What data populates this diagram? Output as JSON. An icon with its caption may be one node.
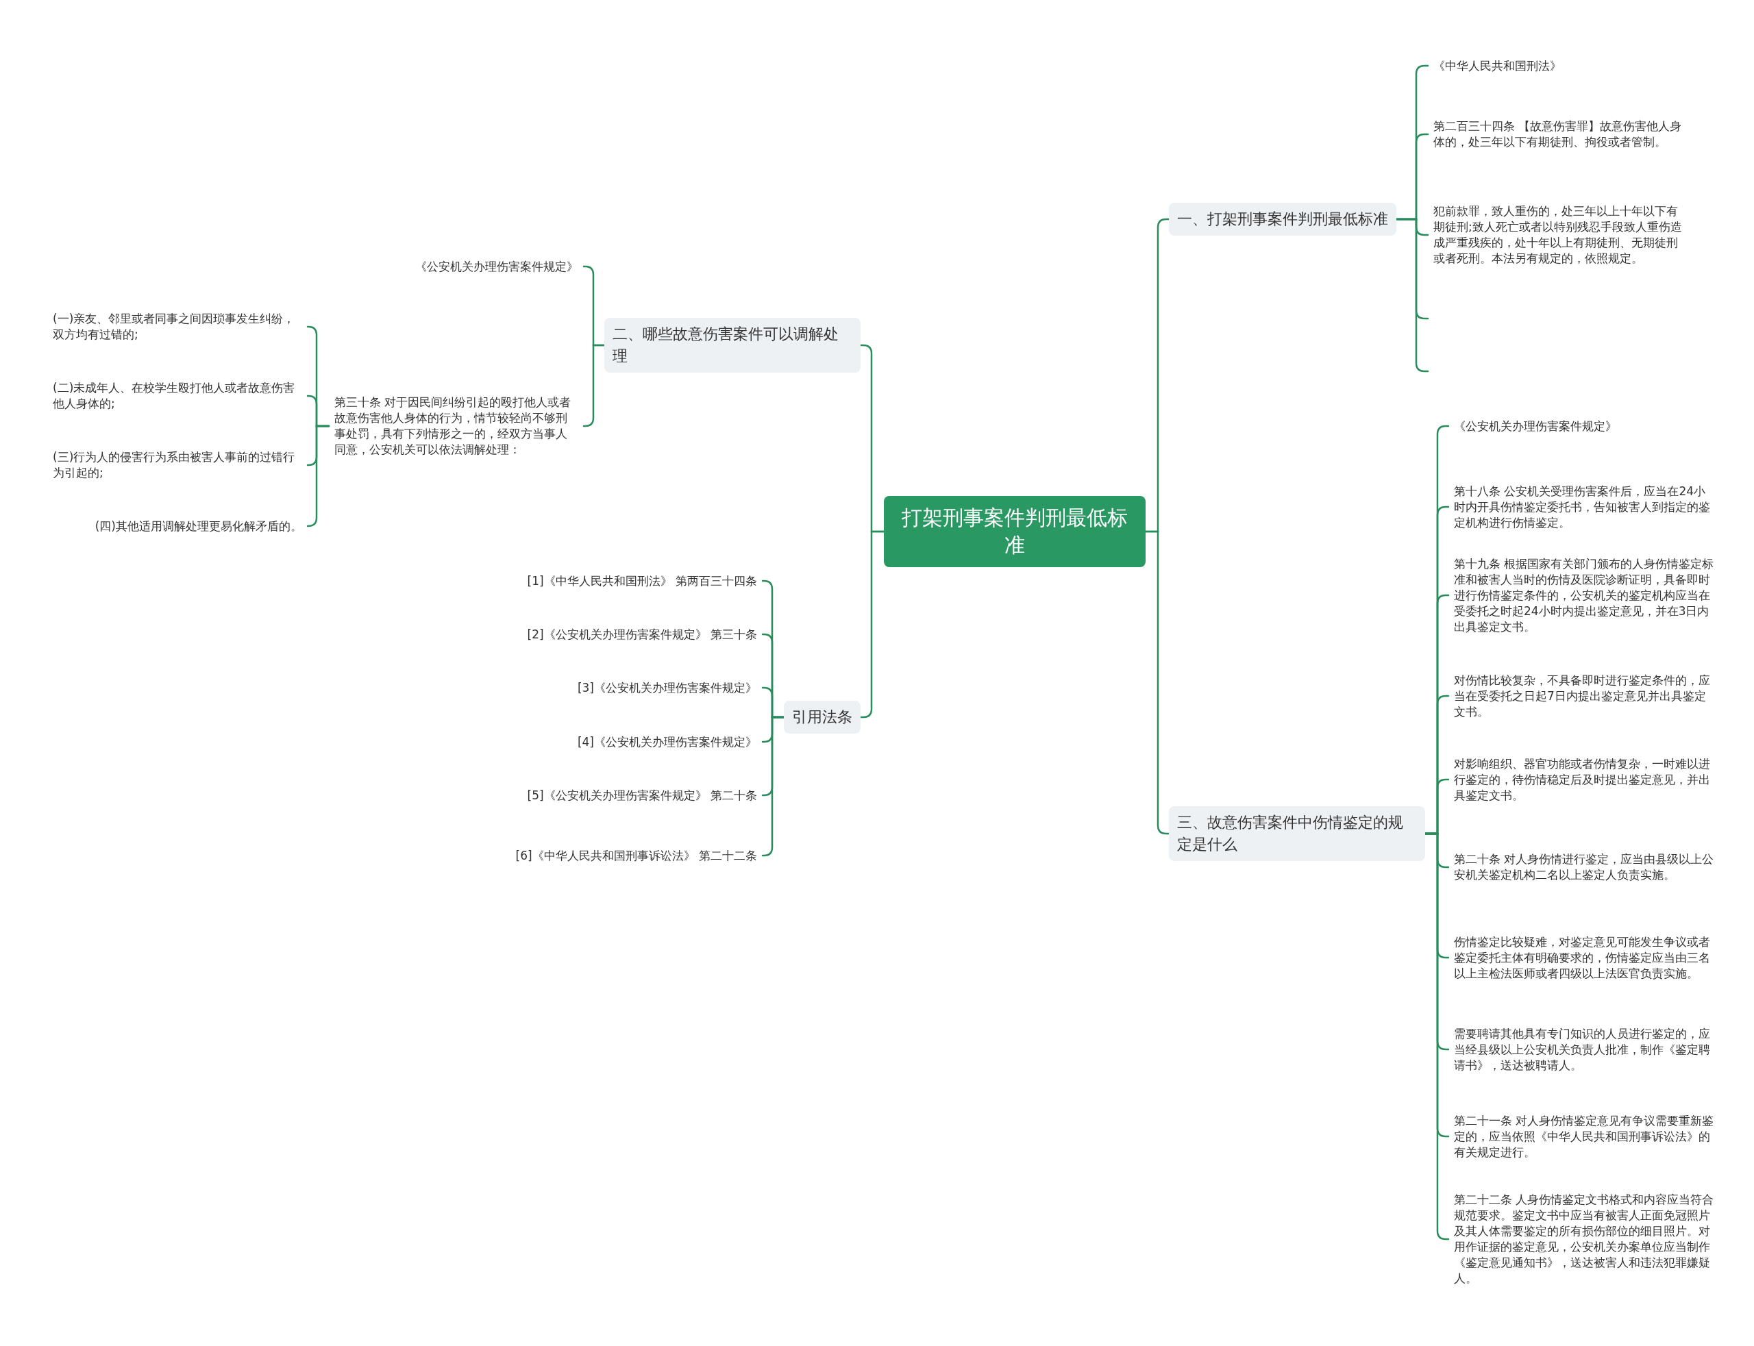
{
  "diagram": {
    "nodes": [
      {
        "text": [
          "打架刑事案件判刑最低标准"
        ]
      },
      {
        "text": [
          "一、打架刑事案件判刑最低标准"
        ]
      },
      {
        "text": [
          "《中华人民共和国刑法》"
        ]
      },
      {
        "text": [
          "第二百三十四条 【故意伤害罪】故意伤害他人身体的，处三年以下有期徒刑、拘役或者管制。"
        ]
      },
      {
        "text": [
          "犯前款罪，致人重伤的，处三年以上十年以下有期徒刑;致人死亡或者以特别残忍手段致人重伤造成严重残疾的，处十年以上有期徒刑、无期徒刑或者死刑。本法另有规定的，依照规定。"
        ]
      },
      {
        "text": [
          "三、故意伤害案件中伤情鉴定的规定是什么"
        ]
      },
      {
        "text": [
          "《公安机关办理伤害案件规定》"
        ]
      },
      {
        "text": [
          "第十八条 公安机关受理伤害案件后，应当在24小时内开具伤情鉴定委托书，告知被害人到指定的鉴定机构进行伤情鉴定。"
        ]
      },
      {
        "text": [
          "第十九条 根据国家有关部门颁布的人身伤情鉴定标准和被害人当时的伤情及医院诊断证明，具备即时进行伤情鉴定条件的，公安机关的鉴定机构应当在受委托之时起24小时内提出鉴定意见，并在3日内出具鉴定文书。"
        ]
      },
      {
        "text": [
          "对伤情比较复杂，不具备即时进行鉴定条件的，应当在受委托之日起7日内提出鉴定意见并出具鉴定文书。"
        ]
      },
      {
        "text": [
          "对影响组织、器官功能或者伤情复杂，一时难以进行鉴定的，待伤情稳定后及时提出鉴定意见，并出具鉴定文书。"
        ]
      },
      {
        "text": [
          "第二十条 对人身伤情进行鉴定，应当由县级以上公安机关鉴定机构二名以上鉴定人负责实施。"
        ]
      },
      {
        "text": [
          "伤情鉴定比较疑难，对鉴定意见可能发生争议或者鉴定委托主体有明确要求的，伤情鉴定应当由三名以上主检法医师或者四级以上法医官负责实施。"
        ]
      },
      {
        "text": [
          "需要聘请其他具有专门知识的人员进行鉴定的，应当经县级以上公安机关负责人批准，制作《鉴定聘请书》，送达被聘请人。"
        ]
      },
      {
        "text": [
          "第二十一条 对人身伤情鉴定意见有争议需要重新鉴定的，应当依照《中华人民共和国刑事诉讼法》的有关规定进行。"
        ]
      },
      {
        "text": [
          "第二十二条 人身伤情鉴定文书格式和内容应当符合规范要求。鉴定文书中应当有被害人正面免冠照片及其人体需要鉴定的所有损伤部位的细目照片。对用作证据的鉴定意见，公安机关办案单位应当制作《鉴定意见通知书》，送达被害人和违法犯罪嫌疑人。"
        ]
      },
      {
        "text": [
          "二、哪些故意伤害案件可以调解处理"
        ]
      },
      {
        "text": [
          "《公安机关办理伤害案件规定》"
        ]
      },
      {
        "text": [
          "第三十条 对于因民间纠纷引起的殴打他人或者故意伤害他人身体的行为，情节较轻尚不够刑事处罚，具有下列情形之一的，经双方当事人同意，公安机关可以依法调解处理："
        ]
      },
      {
        "text": [
          "(一)亲友、邻里或者同事之间因琐事发生纠纷，双方均有过错的;"
        ]
      },
      {
        "text": [
          "(二)未成年人、在校学生殴打他人或者故意伤害他人身体的;"
        ]
      },
      {
        "text": [
          "(三)行为人的侵害行为系由被害人事前的过错行为引起的;"
        ]
      },
      {
        "text": [
          "(四)其他适用调解处理更易化解矛盾的。"
        ]
      },
      {
        "text": [
          "引用法条"
        ]
      },
      {
        "text": [
          "[1]《中华人民共和国刑法》 第两百三十四条"
        ]
      },
      {
        "text": [
          "[2]《公安机关办理伤害案件规定》 第三十条"
        ]
      },
      {
        "text": [
          "[3]《公安机关办理伤害案件规定》"
        ]
      },
      {
        "text": [
          "[4]《公安机关办理伤害案件规定》"
        ]
      },
      {
        "text": [
          "[5]《公安机关办理伤害案件规定》 第二十条"
        ]
      },
      {
        "text": [
          "[6]《中华人民共和国刑事诉讼法》 第二十二条"
        ]
      }
    ],
    "edges": [
      {
        "from": 0,
        "to": 1,
        "arrow": "none"
      },
      {
        "from": 0,
        "to": 5,
        "arrow": "none"
      },
      {
        "from": 0,
        "to": 16,
        "arrow": "none"
      },
      {
        "from": 0,
        "to": 23,
        "arrow": "none"
      },
      {
        "from": 1,
        "to": 2,
        "arrow": "none"
      },
      {
        "from": 1,
        "to": 3,
        "arrow": "none"
      },
      {
        "from": 1,
        "to": 4,
        "arrow": "none"
      },
      {
        "from": 1,
        "to": null,
        "arrow": "none"
      },
      {
        "from": 1,
        "to": null,
        "arrow": "none"
      },
      {
        "from": 5,
        "to": 6,
        "arrow": "none"
      },
      {
        "from": 5,
        "to": 7,
        "arrow": "none"
      },
      {
        "from": 5,
        "to": 8,
        "arrow": "none"
      },
      {
        "from": 5,
        "to": 9,
        "arrow": "none"
      },
      {
        "from": 5,
        "to": 10,
        "arrow": "none"
      },
      {
        "from": 5,
        "to": 11,
        "arrow": "none"
      },
      {
        "from": 5,
        "to": 12,
        "arrow": "none"
      },
      {
        "from": 5,
        "to": 13,
        "arrow": "none"
      },
      {
        "from": 5,
        "to": 14,
        "arrow": "none"
      },
      {
        "from": 5,
        "to": 15,
        "arrow": "none"
      },
      {
        "from": 16,
        "to": 17,
        "arrow": "none"
      },
      {
        "from": 16,
        "to": 18,
        "arrow": "none"
      },
      {
        "from": 18,
        "to": 19,
        "arrow": "none"
      },
      {
        "from": 18,
        "to": 20,
        "arrow": "none"
      },
      {
        "from": 18,
        "to": 21,
        "arrow": "none"
      },
      {
        "from": 18,
        "to": 22,
        "arrow": "none"
      },
      {
        "from": 23,
        "to": 24,
        "arrow": "none"
      },
      {
        "from": 23,
        "to": 25,
        "arrow": "none"
      },
      {
        "from": 23,
        "to": 26,
        "arrow": "none"
      },
      {
        "from": 23,
        "to": 27,
        "arrow": "none"
      },
      {
        "from": 23,
        "to": 28,
        "arrow": "none"
      },
      {
        "from": 23,
        "to": 29,
        "arrow": "none"
      }
    ]
  }
}
